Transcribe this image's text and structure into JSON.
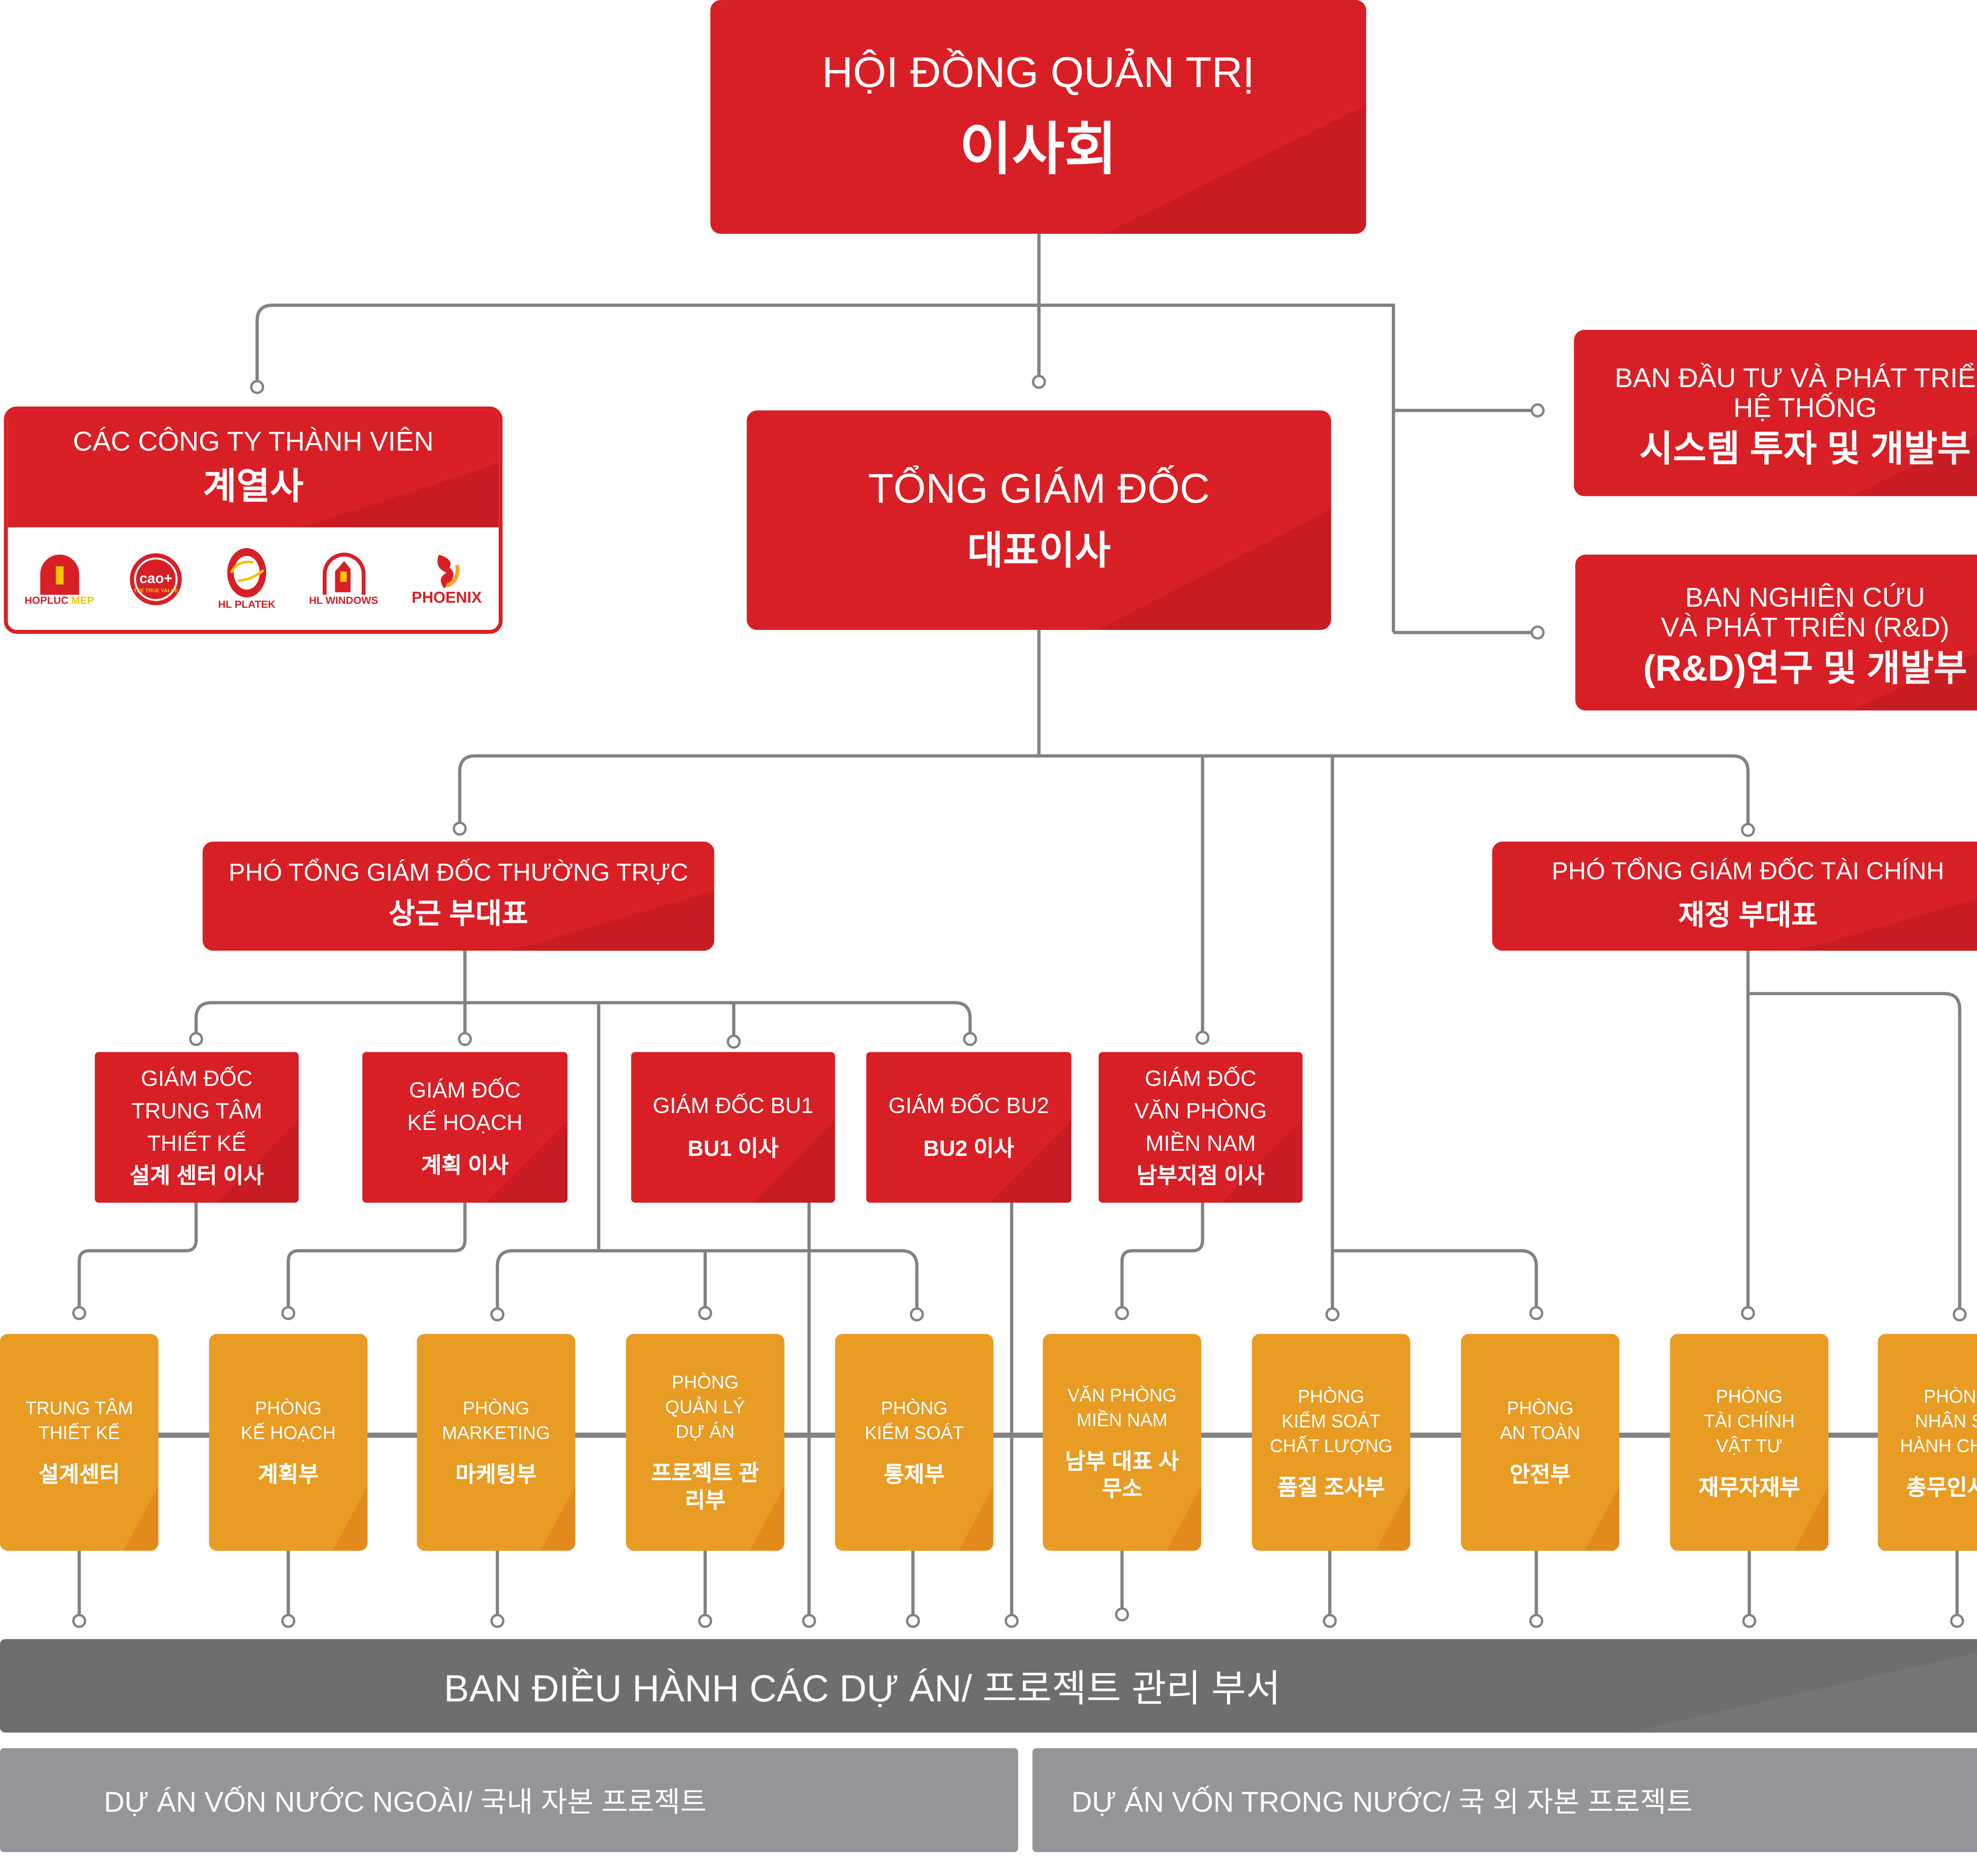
{
  "board": {
    "vi": "HỘI ĐỒNG QUẢN TRỊ",
    "ko": "이사회"
  },
  "members": {
    "vi": "CÁC CÔNG TY THÀNH VIÊN",
    "ko": "계열사",
    "logos": [
      {
        "name": "HOPLUC",
        "accent": "MEP"
      },
      {
        "name": "cao+",
        "accent": "THE TRUE VALUE"
      },
      {
        "name": "HL PLATEK",
        "accent": ""
      },
      {
        "name": "HL WINDOWS",
        "accent": ""
      },
      {
        "name": "PHOENIX",
        "accent": ""
      }
    ]
  },
  "ceo": {
    "vi": "TỔNG GIÁM ĐỐC",
    "ko": "대표이사"
  },
  "invest": {
    "vi1": "BAN ĐẦU TƯ VÀ PHÁT TRIỂN",
    "vi2": "HỆ THỐNG",
    "ko": "시스템 투자 및 개발부"
  },
  "rnd": {
    "vi1": "BAN NGHIÊN CỨU",
    "vi2": "VÀ PHÁT TRIỂN (R&D)",
    "ko": "(R&D)연구 및 개발부"
  },
  "deputy_standing": {
    "vi": "PHÓ TỔNG GIÁM ĐỐC THƯỜNG TRỰC",
    "ko": "상근 부대표"
  },
  "deputy_finance": {
    "vi": "PHÓ TỔNG GIÁM ĐỐC TÀI CHÍNH",
    "ko": "재정 부대표"
  },
  "directors": [
    {
      "lines": [
        "GIÁM ĐỐC",
        "TRUNG TÂM",
        "THIẾT KẾ"
      ],
      "ko": "설계 센터 이사"
    },
    {
      "lines": [
        "GIÁM ĐỐC",
        "KẾ HOẠCH"
      ],
      "ko": "계획 이사"
    },
    {
      "lines": [
        "GIÁM ĐỐC BU1"
      ],
      "ko": "BU1 이사"
    },
    {
      "lines": [
        "GIÁM ĐỐC BU2"
      ],
      "ko": "BU2 이사"
    },
    {
      "lines": [
        "GIÁM ĐỐC",
        "VĂN PHÒNG",
        "MIỀN NAM"
      ],
      "ko": "남부지점 이사"
    }
  ],
  "departments": [
    {
      "lines": [
        "TRUNG TÂM",
        "THIẾT KẾ"
      ],
      "ko": "설계센터"
    },
    {
      "lines": [
        "PHÒNG",
        "KẾ HOẠCH"
      ],
      "ko": "계획부"
    },
    {
      "lines": [
        "PHÒNG",
        "MARKETING"
      ],
      "ko": "마케팅부"
    },
    {
      "lines": [
        "PHÒNG",
        "QUẢN LÝ",
        "DỰ ÁN"
      ],
      "ko": "프로젝트 관리부"
    },
    {
      "lines": [
        "PHÒNG",
        "KIỂM SOÁT"
      ],
      "ko": "통제부"
    },
    {
      "lines": [
        "VĂN PHÒNG",
        "MIỀN NAM"
      ],
      "ko": "남부 대표 사무소"
    },
    {
      "lines": [
        "PHÒNG",
        "KIỂM SOÁT",
        "CHẤT LƯỢNG"
      ],
      "ko": "품질 조사부"
    },
    {
      "lines": [
        "PHÒNG",
        "AN TOÀN"
      ],
      "ko": "안전부"
    },
    {
      "lines": [
        "PHÒNG",
        "TÀI CHÍNH",
        "VẬT TƯ"
      ],
      "ko": "재무자재부"
    },
    {
      "lines": [
        "PHÒNG",
        "NHÂN SỰ",
        "HÀNH CHÍNH"
      ],
      "ko": "총무인사부"
    }
  ],
  "projects_bar": "BAN ĐIỀU HÀNH CÁC DỰ ÁN/ 프로젝트 관리 부서",
  "foreign_projects": "DỰ ÁN VỐN NƯỚC NGOÀI/ 국내 자본 프로젝트",
  "domestic_projects": "DỰ ÁN VỐN TRONG NƯỚC/  국 외 자본 프로젝트",
  "colors": {
    "red": "#d91f26",
    "orange": "#e99c24",
    "dark_gray": "#6d6e70",
    "gray": "#939598",
    "line": "#808285"
  }
}
